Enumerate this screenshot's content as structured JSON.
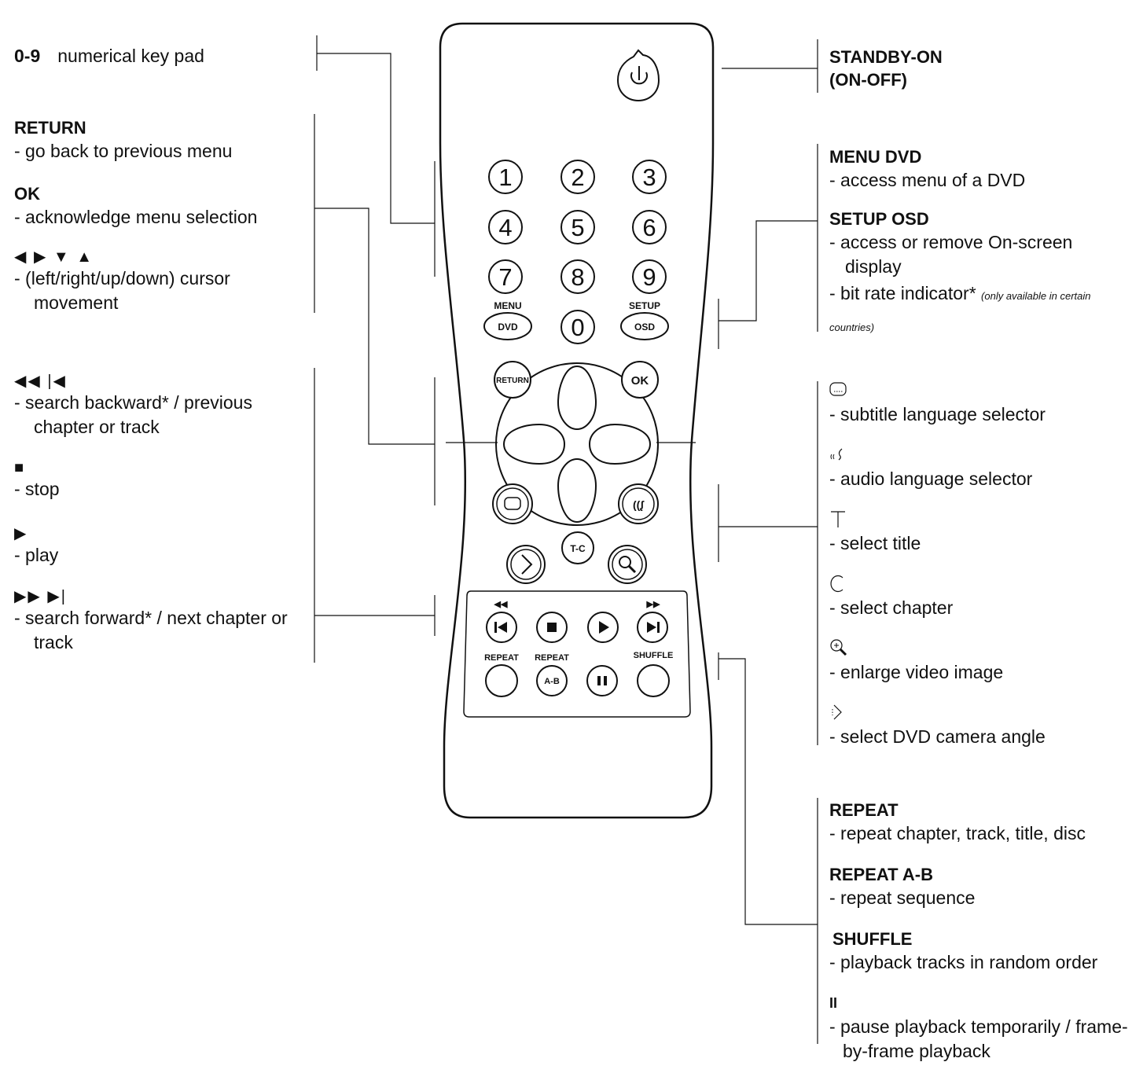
{
  "left": {
    "numpad": {
      "key": "0-9",
      "desc": "numerical key pad"
    },
    "return": {
      "title": "RETURN",
      "desc": "-  go back to previous menu"
    },
    "ok": {
      "title": "OK",
      "desc": "-  acknowledge menu selection"
    },
    "cursor": {
      "glyphs": "◀ ▶ ▼ ▲",
      "desc": "-  (left/right/up/down) cursor movement"
    },
    "prev": {
      "glyphs": "◀◀  |◀",
      "desc": "-  search backward* / previous chapter or track"
    },
    "stop": {
      "glyphs": "■",
      "desc": "-  stop"
    },
    "play": {
      "glyphs": "▶",
      "desc": "-  play"
    },
    "next": {
      "glyphs": "▶▶  ▶|",
      "desc": "-  search forward* / next chapter or track"
    }
  },
  "right": {
    "standby": {
      "line1": "STANDBY-ON",
      "line2": "(ON-OFF)"
    },
    "menu_dvd": {
      "title": "MENU DVD",
      "desc": "- access menu of a DVD"
    },
    "setup_osd": {
      "title": "SETUP OSD",
      "desc1": "- access or remove On-screen display",
      "desc2": "- bit rate indicator*",
      "note": "(only available in certain countries)"
    },
    "subtitle": {
      "desc": "- subtitle language selector"
    },
    "audio": {
      "desc": "- audio language selector"
    },
    "title": {
      "desc": "- select title"
    },
    "chapter": {
      "desc": "- select chapter"
    },
    "zoom": {
      "desc": "- enlarge video image"
    },
    "angle": {
      "desc": "- select DVD camera angle"
    },
    "repeat": {
      "title": "REPEAT",
      "desc": "- repeat chapter, track, title, disc"
    },
    "repeat_ab": {
      "title": "REPEAT A-B",
      "desc": "- repeat sequence"
    },
    "shuffle": {
      "title": "SHUFFLE",
      "desc": "- playback tracks in random order"
    },
    "pause": {
      "glyphs": "II",
      "desc": "- pause playback temporarily / frame-by-frame playback"
    }
  },
  "remote": {
    "digits": [
      "1",
      "2",
      "3",
      "4",
      "5",
      "6",
      "7",
      "8",
      "9",
      "0"
    ],
    "menu_top": "MENU",
    "menu_btn": "DVD",
    "setup_top": "SETUP",
    "setup_btn": "OSD",
    "return_btn": "RETURN",
    "ok_btn": "OK",
    "tc_btn": "T-C",
    "repeat1": "REPEAT",
    "repeat2": "REPEAT",
    "ab_btn": "A-B",
    "shuffle": "SHUFFLE"
  }
}
